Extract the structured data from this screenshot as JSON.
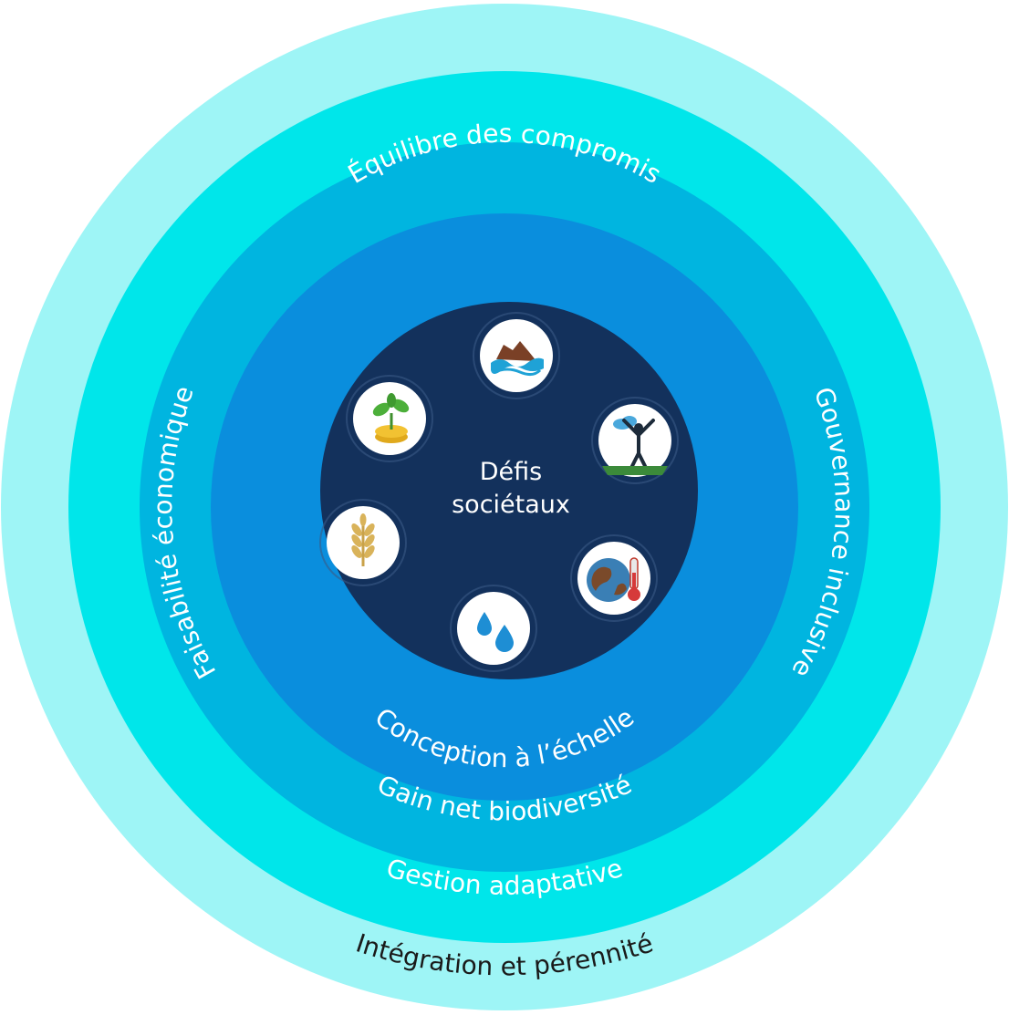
{
  "diagram": {
    "center": {
      "line1": "Défis",
      "line2": "sociétaux"
    },
    "rings": {
      "outer": {
        "label": "Intégration et pérennité",
        "color": "#9ef5f6",
        "text_color": "#1a1a1a"
      },
      "second": {
        "label": "Gestion adaptative",
        "color": "#00e6ea",
        "text_color": "#ffffff"
      },
      "third": {
        "label": "Gain net biodiversité",
        "color": "#00b5e0",
        "text_color": "#ffffff"
      },
      "fourth": {
        "label": "Conception à l’échelle",
        "color": "#0a8edd",
        "text_color": "#ffffff"
      }
    },
    "side_labels": {
      "top": "Équilibre des compromis",
      "left": "Faisabilité économique",
      "right": "Gouvernance inclusive"
    },
    "core_color": "#13315c",
    "icons": [
      {
        "name": "erosion-icon"
      },
      {
        "name": "climate-person-icon"
      },
      {
        "name": "earth-thermometer-icon"
      },
      {
        "name": "water-drops-icon"
      },
      {
        "name": "wheat-icon"
      },
      {
        "name": "plant-coins-icon"
      }
    ]
  }
}
